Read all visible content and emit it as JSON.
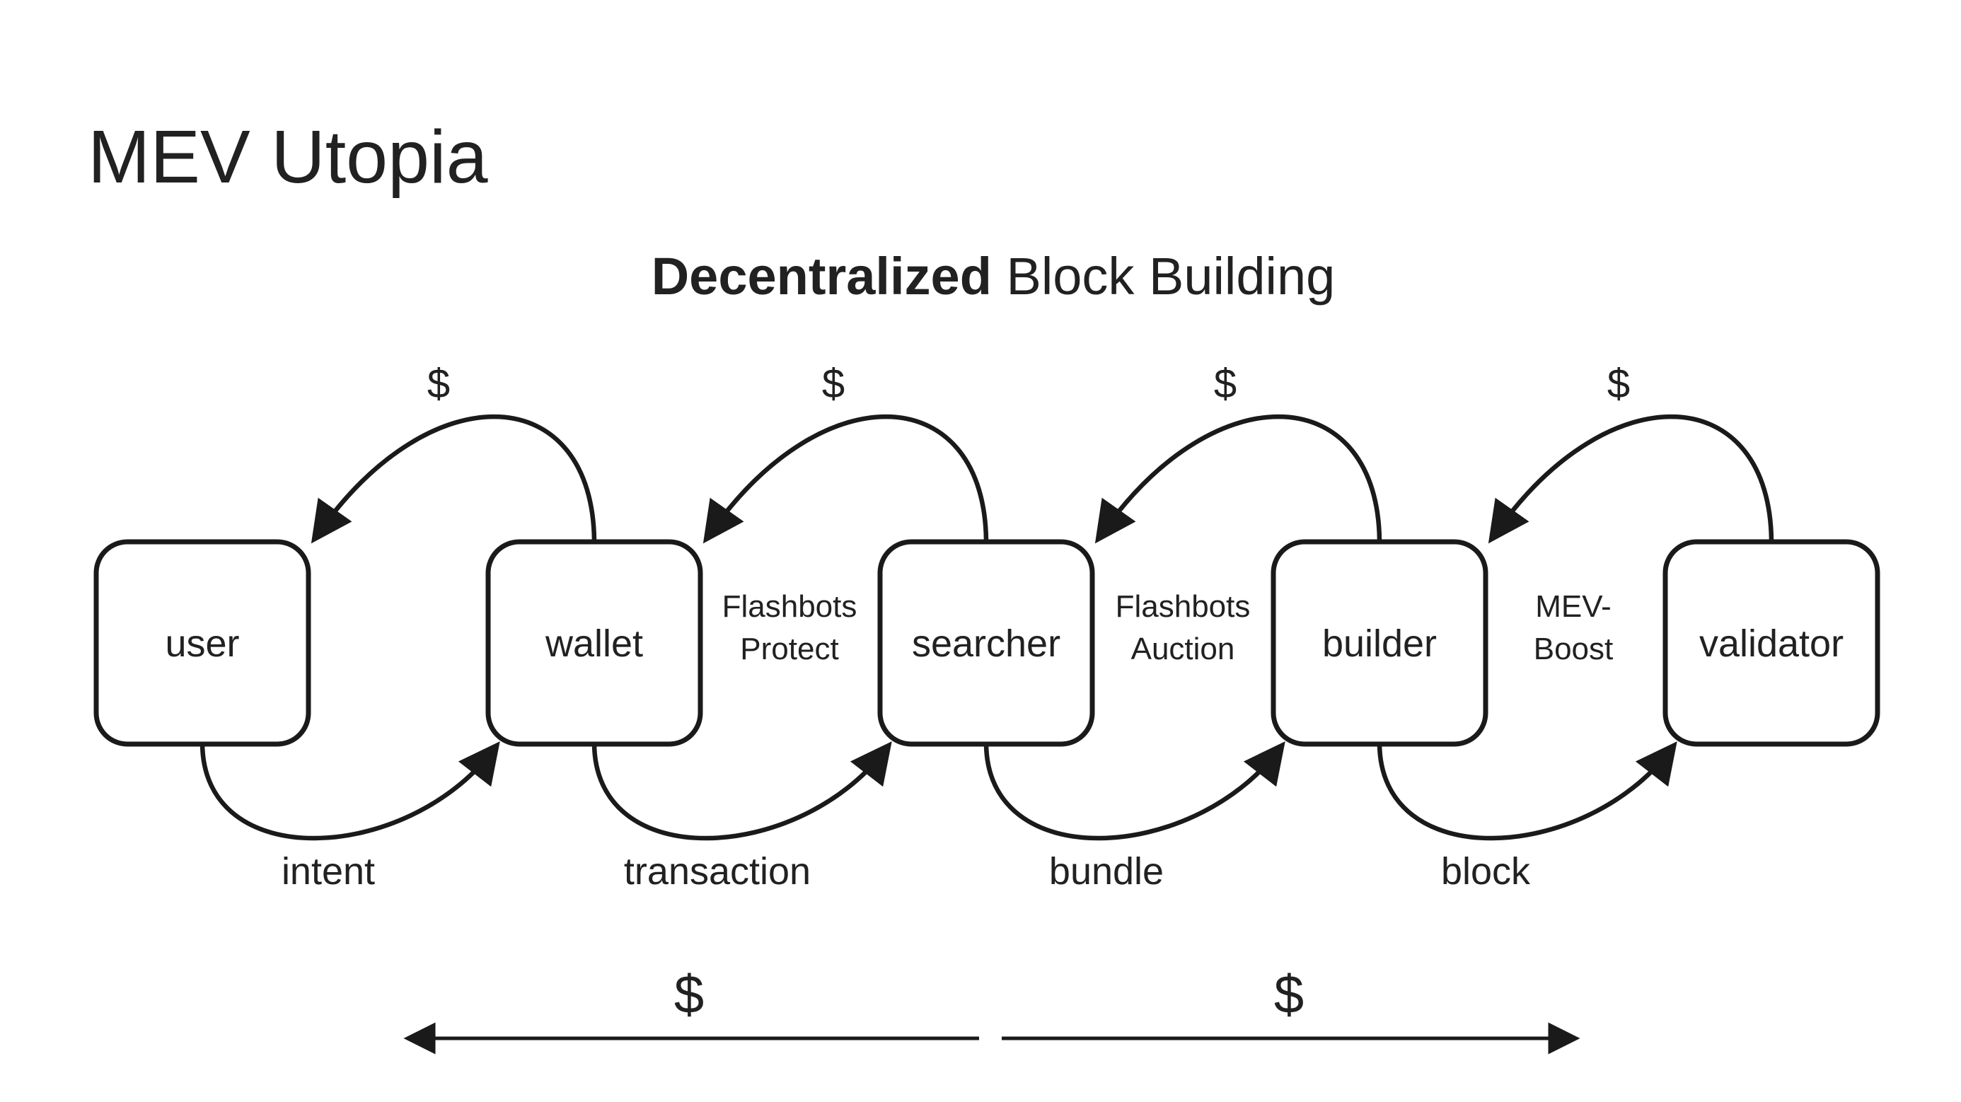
{
  "canvas": {
    "background": "#ffffff",
    "ink": "#1a1a1a",
    "text_color": "#212121"
  },
  "title": "MEV Utopia",
  "subtitle": {
    "bold": "Decentralized",
    "rest": " Block Building"
  },
  "nodes": [
    {
      "id": "user",
      "label": "user"
    },
    {
      "id": "wallet",
      "label": "wallet"
    },
    {
      "id": "searcher",
      "label": "searcher"
    },
    {
      "id": "builder",
      "label": "builder"
    },
    {
      "id": "validator",
      "label": "validator"
    }
  ],
  "top_flows": [
    {
      "from": "wallet",
      "to": "user",
      "label": "$"
    },
    {
      "from": "searcher",
      "to": "wallet",
      "label": "$"
    },
    {
      "from": "builder",
      "to": "searcher",
      "label": "$"
    },
    {
      "from": "validator",
      "to": "builder",
      "label": "$"
    }
  ],
  "bottom_flows": [
    {
      "from": "user",
      "to": "wallet",
      "label": "intent"
    },
    {
      "from": "wallet",
      "to": "searcher",
      "label": "transaction"
    },
    {
      "from": "searcher",
      "to": "builder",
      "label": "bundle"
    },
    {
      "from": "builder",
      "to": "validator",
      "label": "block"
    }
  ],
  "channels": [
    {
      "line1": "Flashbots",
      "line2": "Protect"
    },
    {
      "line1": "Flashbots",
      "line2": "Auction"
    },
    {
      "line1": "MEV-",
      "line2": "Boost"
    }
  ],
  "money_arrows": [
    {
      "direction": "left",
      "label": "$"
    },
    {
      "direction": "right",
      "label": "$"
    }
  ]
}
